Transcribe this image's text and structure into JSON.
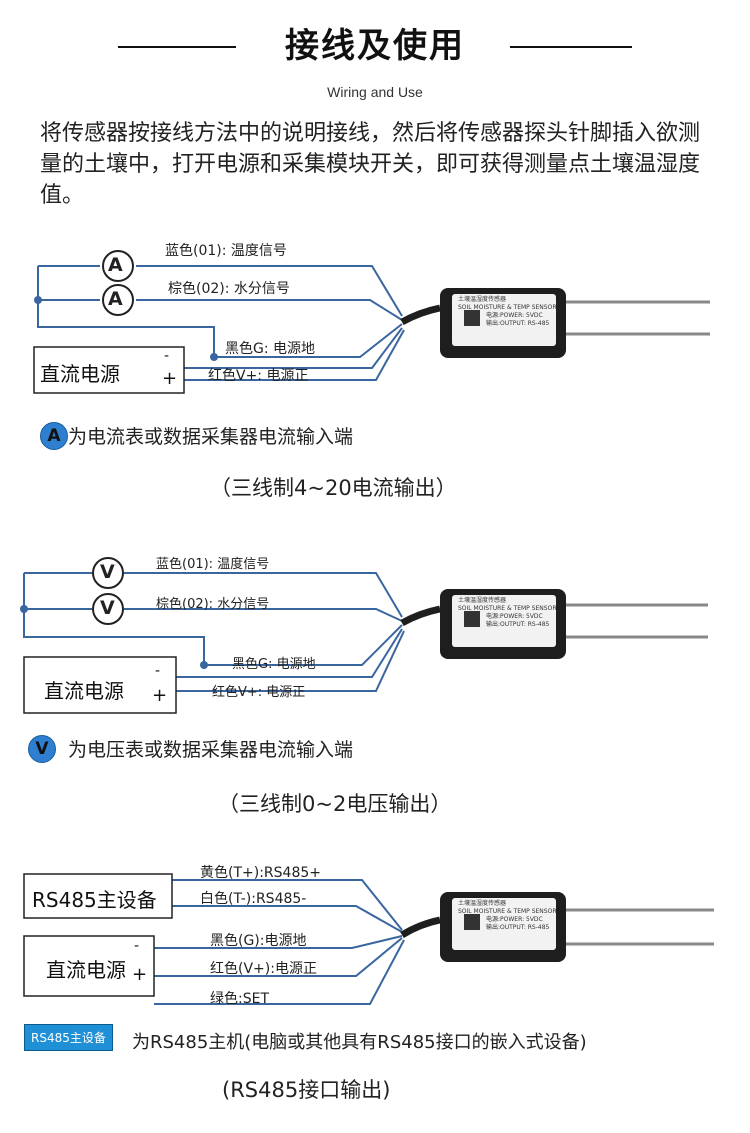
{
  "header": {
    "title": "接线及使用",
    "subtitle": "Wiring and Use",
    "intro": "将传感器按接线方法中的说明接线，然后将传感器探头针脚插入欲测量的土壤中，打开电源和采集模块开关，即可获得测量点土壤温湿度值。"
  },
  "sections": [
    {
      "meter_symbol": "A",
      "wire_labels": [
        "蓝色(01): 温度信号",
        "棕色(02): 水分信号",
        "黑色G: 电源地",
        "红色V+: 电源正"
      ],
      "box_labels": [
        "直流电源"
      ],
      "minus": "-",
      "plus": "+",
      "legend": "为电流表或数据采集器电流输入端",
      "mode": "（三线制4~20电流输出）"
    },
    {
      "meter_symbol": "V",
      "wire_labels": [
        "蓝色(01): 温度信号",
        "棕色(02): 水分信号",
        "黑色G: 电源地",
        "红色V+: 电源正"
      ],
      "box_labels": [
        "直流电源"
      ],
      "minus": "-",
      "plus": "+",
      "legend": "为电压表或数据采集器电流输入端",
      "mode": "（三线制0~2电压输出）"
    },
    {
      "meter_symbol": "RS485主设备",
      "wire_labels": [
        "黄色(T+):RS485+",
        "白色(T-):RS485-",
        "黑色(G):电源地",
        "红色(V+):电源正",
        "绿色:SET"
      ],
      "box_labels": [
        "RS485主设备",
        "直流电源"
      ],
      "minus": "-",
      "plus": "+",
      "legend": "为RS485主机(电脑或其他具有RS485接口的嵌入式设备)",
      "mode": "(RS485接口输出)"
    }
  ],
  "sensor": {
    "line1": "土壤温湿度传感器",
    "line2": "SOIL MOISTURE & TEMP SENSOR",
    "line3": "电源:POWER: 5VDC",
    "line4": "输出:OUTPUT: RS-485"
  },
  "colors": {
    "wire": "#3a66a0",
    "meter_fill": "#ffffff",
    "badge_blue": "#2f7fd0",
    "sensor_body": "#1e1e1e"
  }
}
